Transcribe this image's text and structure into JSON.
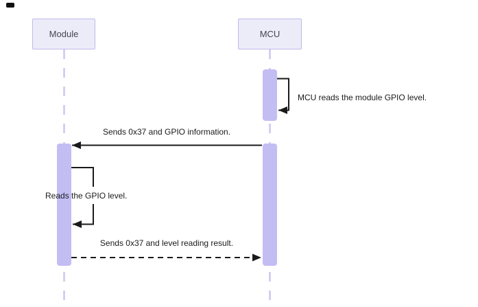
{
  "diagram": {
    "type": "sequence",
    "actors": [
      {
        "id": "module",
        "label": "Module"
      },
      {
        "id": "mcu",
        "label": "MCU"
      }
    ],
    "messages": [
      {
        "index": 1,
        "type": "self",
        "actor": "mcu",
        "label": "MCU reads the module GPIO level."
      },
      {
        "index": 2,
        "type": "solid",
        "from": "mcu",
        "to": "module",
        "label": "Sends 0x37 and GPIO information."
      },
      {
        "index": 3,
        "type": "self",
        "actor": "module",
        "label": "Reads the GPIO level."
      },
      {
        "index": 4,
        "type": "dashed",
        "from": "module",
        "to": "mcu",
        "label": "Sends 0x37 and level reading result."
      }
    ],
    "colors": {
      "background": "#ffffff",
      "actor_fill": "#ececf9",
      "actor_border": "#c0b8ea",
      "actor_text": "#45454e",
      "activation_fill": "#c3bdf4",
      "lifeline": "#cdc5f0",
      "message_line": "#1a1a1a",
      "message_text": "#1a1a1a",
      "corner_mark": "#111111"
    }
  }
}
